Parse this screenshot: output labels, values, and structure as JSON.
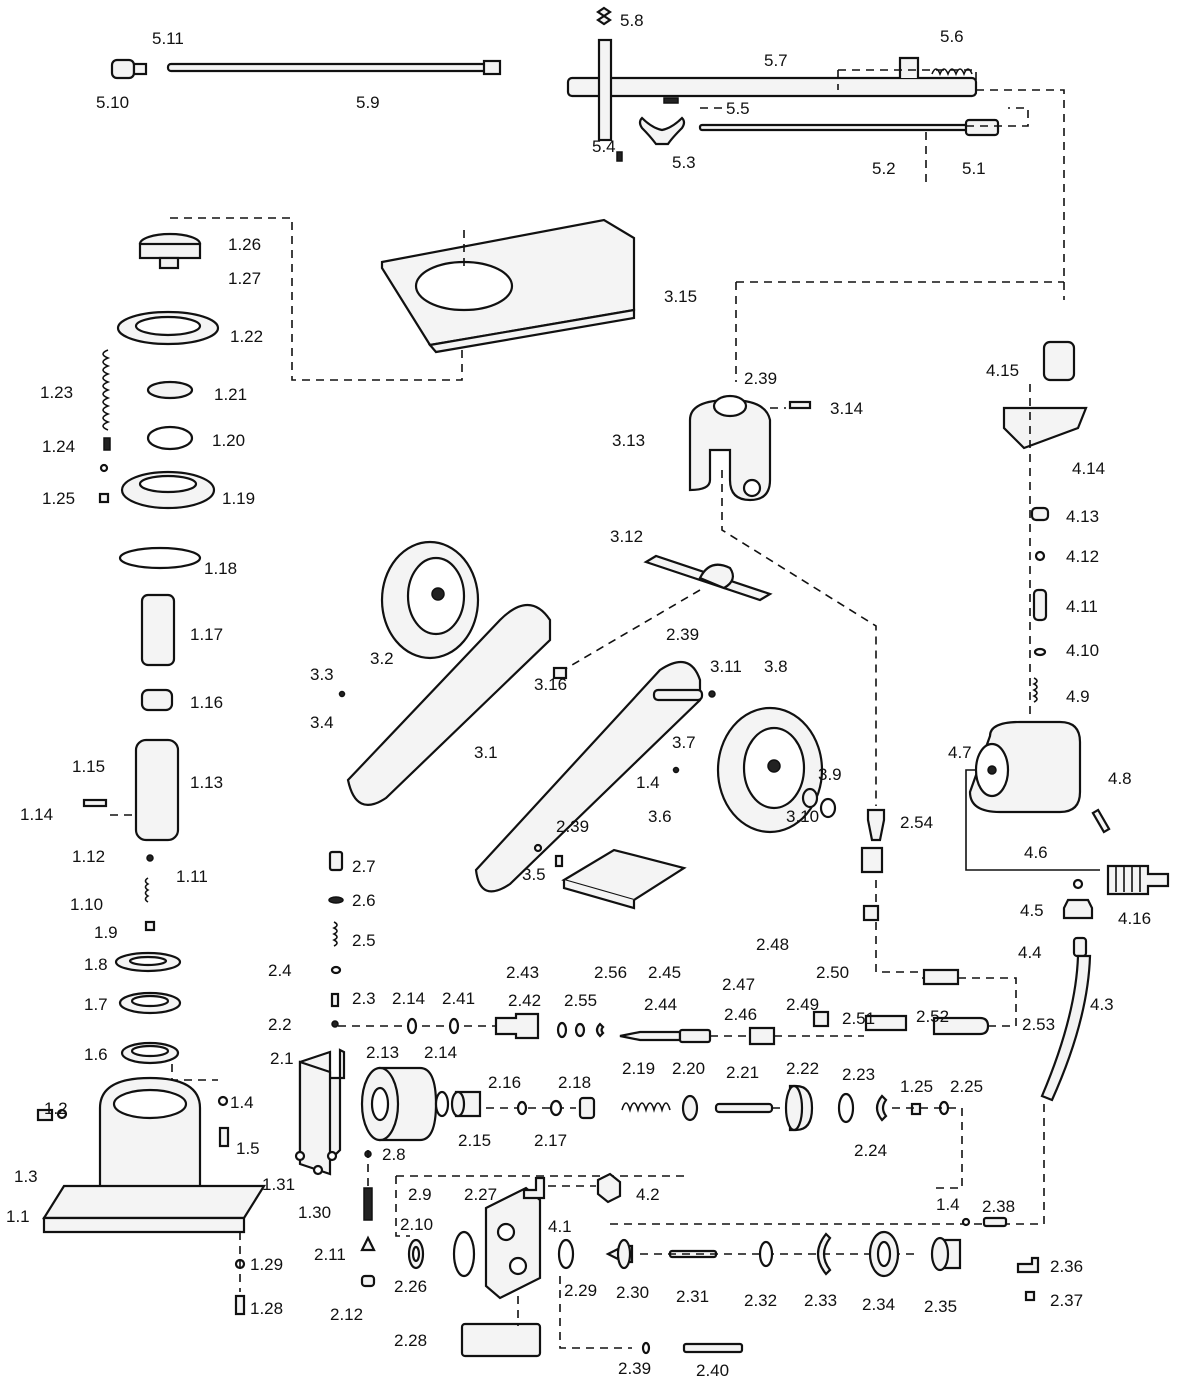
{
  "labels": {
    "l_5_11": "5.11",
    "l_5_10": "5.10",
    "l_5_9": "5.9",
    "l_5_8": "5.8",
    "l_5_7": "5.7",
    "l_5_6": "5.6",
    "l_5_5": "5.5",
    "l_5_4": "5.4",
    "l_5_3": "5.3",
    "l_5_2": "5.2",
    "l_5_1": "5.1",
    "l_1_26": "1.26",
    "l_1_27": "1.27",
    "l_1_22": "1.22",
    "l_1_23": "1.23",
    "l_1_21": "1.21",
    "l_1_24": "1.24",
    "l_1_20": "1.20",
    "l_1_19": "1.19",
    "l_1_25": "1.25",
    "l_1_18": "1.18",
    "l_1_17": "1.17",
    "l_1_16": "1.16",
    "l_1_15": "1.15",
    "l_1_14": "1.14",
    "l_1_13": "1.13",
    "l_1_12": "1.12",
    "l_1_11": "1.11",
    "l_1_10": "1.10",
    "l_1_9": "1.9",
    "l_1_8": "1.8",
    "l_1_7": "1.7",
    "l_1_6": "1.6",
    "l_1_4a": "1.4",
    "l_1_5": "1.5",
    "l_1_2": "1.2",
    "l_1_3": "1.3",
    "l_1_1": "1.1",
    "l_1_29": "1.29",
    "l_1_28": "1.28",
    "l_3_15": "3.15",
    "l_2_39a": "2.39",
    "l_3_14": "3.14",
    "l_3_13": "3.13",
    "l_3_12": "3.12",
    "l_3_2": "3.2",
    "l_3_3": "3.3",
    "l_3_4": "3.4",
    "l_3_16": "3.16",
    "l_2_39b": "2.39",
    "l_3_11": "3.11",
    "l_3_8": "3.8",
    "l_3_1": "3.1",
    "l_3_7": "3.7",
    "l_1_4b": "1.4",
    "l_3_9": "3.9",
    "l_3_10": "3.10",
    "l_2_39c": "2.39",
    "l_3_6": "3.6",
    "l_3_5": "3.5",
    "l_2_54": "2.54",
    "l_4_15": "4.15",
    "l_4_14": "4.14",
    "l_4_13": "4.13",
    "l_4_12": "4.12",
    "l_4_11": "4.11",
    "l_4_10": "4.10",
    "l_4_9": "4.9",
    "l_4_7": "4.7",
    "l_4_8": "4.8",
    "l_4_6": "4.6",
    "l_4_5": "4.5",
    "l_4_16": "4.16",
    "l_4_4": "4.4",
    "l_4_3": "4.3",
    "l_2_7": "2.7",
    "l_2_6": "2.6",
    "l_2_5": "2.5",
    "l_2_4": "2.4",
    "l_2_3": "2.3",
    "l_2_2": "2.2",
    "l_2_1": "2.1",
    "l_2_14a": "2.14",
    "l_2_41": "2.41",
    "l_2_43": "2.43",
    "l_2_42": "2.42",
    "l_2_56": "2.56",
    "l_2_55": "2.55",
    "l_2_45": "2.45",
    "l_2_44": "2.44",
    "l_2_48": "2.48",
    "l_2_47": "2.47",
    "l_2_46": "2.46",
    "l_2_50": "2.50",
    "l_2_49": "2.49",
    "l_2_51": "2.51",
    "l_2_52": "2.52",
    "l_2_53": "2.53",
    "l_2_13": "2.13",
    "l_2_14b": "2.14",
    "l_2_16": "2.16",
    "l_2_18": "2.18",
    "l_2_19": "2.19",
    "l_2_20": "2.20",
    "l_2_21": "2.21",
    "l_2_22": "2.22",
    "l_2_23": "2.23",
    "l_1_25b": "1.25",
    "l_2_25": "2.25",
    "l_2_15": "2.15",
    "l_2_17": "2.17",
    "l_2_24": "2.24",
    "l_2_8": "2.8",
    "l_1_31": "1.31",
    "l_1_30": "1.30",
    "l_2_9": "2.9",
    "l_2_27": "2.27",
    "l_4_2": "4.2",
    "l_4_1": "4.1",
    "l_1_4c": "1.4",
    "l_2_38": "2.38",
    "l_2_10": "2.10",
    "l_2_11": "2.11",
    "l_2_12": "2.12",
    "l_2_26": "2.26",
    "l_2_29": "2.29",
    "l_2_30": "2.30",
    "l_2_31": "2.31",
    "l_2_32": "2.32",
    "l_2_33": "2.33",
    "l_2_34": "2.34",
    "l_2_35": "2.35",
    "l_2_36": "2.36",
    "l_2_37": "2.37",
    "l_2_28": "2.28",
    "l_2_39d": "2.39",
    "l_2_40": "2.40"
  }
}
